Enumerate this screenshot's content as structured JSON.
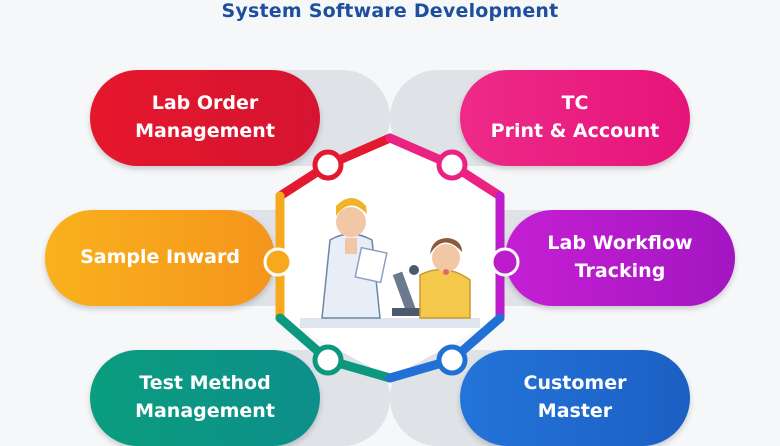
{
  "title": "System Software Development",
  "modules": {
    "lab_order": "Lab Order\nManagement",
    "tc_print": "TC\nPrint & Account",
    "sample_inward": "Sample Inward",
    "lab_workflow": "Lab Workflow\nTracking",
    "test_method": "Test Method\nManagement",
    "customer_master": "Customer\nMaster"
  },
  "colors": {
    "lab_order": "#e31a2f",
    "tc_print": "#eb2282",
    "sample_inward": "#f7a81d",
    "lab_workflow": "#bd1ccc",
    "test_method": "#0c977f",
    "customer_master": "#2170d6",
    "title": "#1d4f9c"
  },
  "illustration": "scientists-lab-illustration"
}
